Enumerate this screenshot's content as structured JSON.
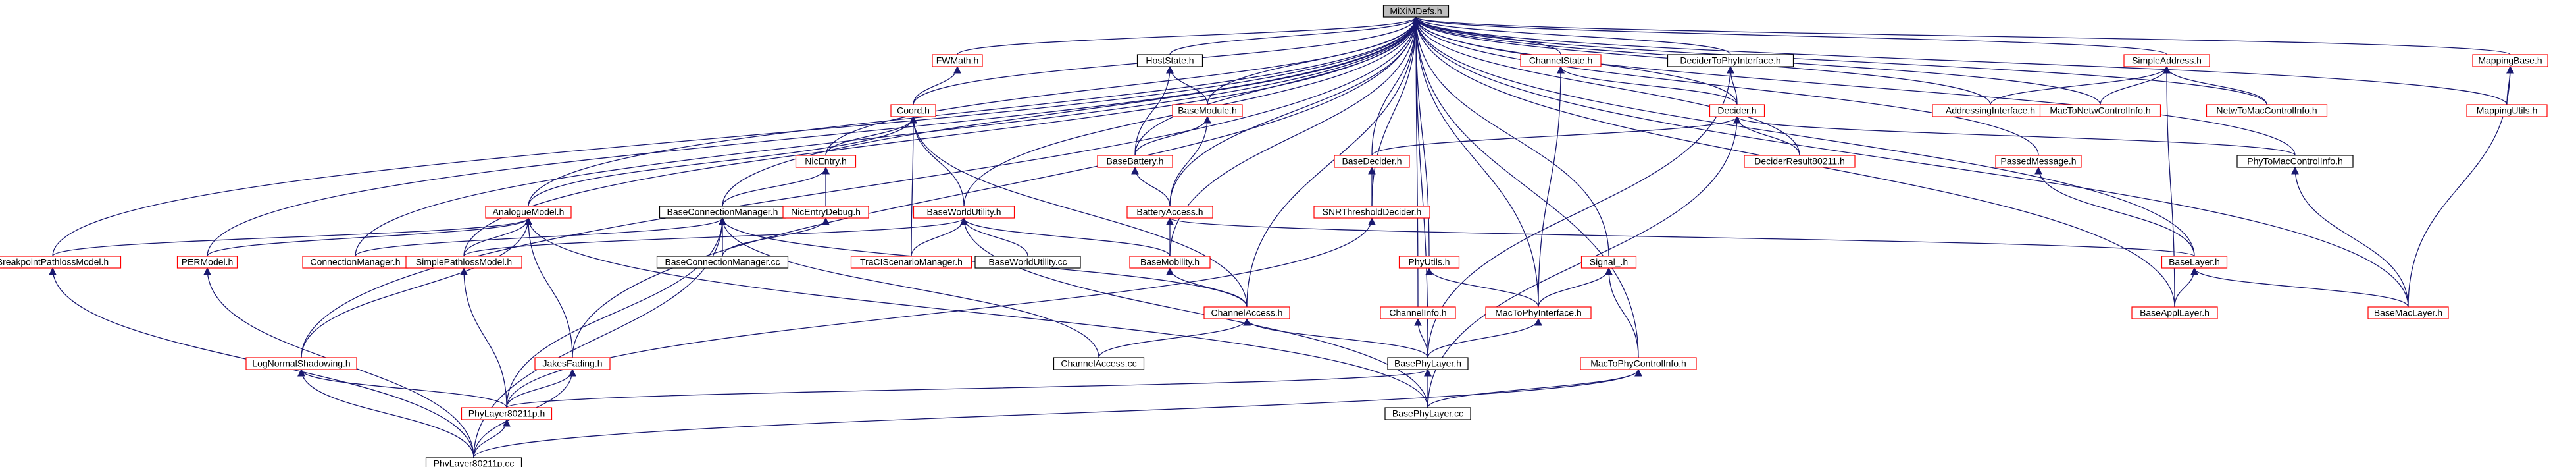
{
  "graph": {
    "root": "MiXiMDefs.h",
    "edge_color": "#191970",
    "node_style": {
      "red": {
        "stroke": "#ff0000",
        "fill": "#ffffff"
      },
      "black": {
        "stroke": "#000000",
        "fill": "#ffffff"
      },
      "root": {
        "stroke": "#000000",
        "fill": "#bfbfbf"
      }
    },
    "nodes": [
      {
        "id": "MiXiMDefs.h",
        "label": "MiXiMDefs.h",
        "style": "root"
      },
      {
        "id": "FWMath.h",
        "label": "FWMath.h",
        "style": "red"
      },
      {
        "id": "HostState.h",
        "label": "HostState.h",
        "style": "black"
      },
      {
        "id": "ChannelState.h",
        "label": "ChannelState.h",
        "style": "red"
      },
      {
        "id": "DeciderToPhyInterface.h",
        "label": "DeciderToPhyInterface.h",
        "style": "black"
      },
      {
        "id": "SimpleAddress.h",
        "label": "SimpleAddress.h",
        "style": "red"
      },
      {
        "id": "MappingBase.h",
        "label": "MappingBase.h",
        "style": "red"
      },
      {
        "id": "Coord.h",
        "label": "Coord.h",
        "style": "red"
      },
      {
        "id": "BaseModule.h",
        "label": "BaseModule.h",
        "style": "red"
      },
      {
        "id": "Decider.h",
        "label": "Decider.h",
        "style": "red"
      },
      {
        "id": "AddressingInterface.h",
        "label": "AddressingInterface.h",
        "style": "red"
      },
      {
        "id": "MacToNetwControlInfo.h",
        "label": "MacToNetwControlInfo.h",
        "style": "red"
      },
      {
        "id": "NetwToMacControlInfo.h",
        "label": "NetwToMacControlInfo.h",
        "style": "red"
      },
      {
        "id": "MappingUtils.h",
        "label": "MappingUtils.h",
        "style": "red"
      },
      {
        "id": "NicEntry.h",
        "label": "NicEntry.h",
        "style": "red"
      },
      {
        "id": "BaseBattery.h",
        "label": "BaseBattery.h",
        "style": "red"
      },
      {
        "id": "BaseDecider.h",
        "label": "BaseDecider.h",
        "style": "red"
      },
      {
        "id": "DeciderResult80211.h",
        "label": "DeciderResult80211.h",
        "style": "red"
      },
      {
        "id": "PassedMessage.h",
        "label": "PassedMessage.h",
        "style": "red"
      },
      {
        "id": "PhyToMacControlInfo.h",
        "label": "PhyToMacControlInfo.h",
        "style": "black"
      },
      {
        "id": "AnalogueModel.h",
        "label": "AnalogueModel.h",
        "style": "red"
      },
      {
        "id": "BaseConnectionManager.h",
        "label": "BaseConnectionManager.h",
        "style": "black"
      },
      {
        "id": "NicEntryDebug.h",
        "label": "NicEntryDebug.h",
        "style": "red"
      },
      {
        "id": "BaseWorldUtility.h",
        "label": "BaseWorldUtility.h",
        "style": "red"
      },
      {
        "id": "BatteryAccess.h",
        "label": "BatteryAccess.h",
        "style": "red"
      },
      {
        "id": "SNRThresholdDecider.h",
        "label": "SNRThresholdDecider.h",
        "style": "red"
      },
      {
        "id": "BreakpointPathlossModel.h",
        "label": "BreakpointPathlossModel.h",
        "style": "red"
      },
      {
        "id": "PERModel.h",
        "label": "PERModel.h",
        "style": "red"
      },
      {
        "id": "ConnectionManager.h",
        "label": "ConnectionManager.h",
        "style": "red"
      },
      {
        "id": "SimplePathlossModel.h",
        "label": "SimplePathlossModel.h",
        "style": "red"
      },
      {
        "id": "BaseConnectionManager.cc",
        "label": "BaseConnectionManager.cc",
        "style": "black"
      },
      {
        "id": "TraCIScenarioManager.h",
        "label": "TraCIScenarioManager.h",
        "style": "red"
      },
      {
        "id": "BaseWorldUtility.cc",
        "label": "BaseWorldUtility.cc",
        "style": "black"
      },
      {
        "id": "BaseMobility.h",
        "label": "BaseMobility.h",
        "style": "red"
      },
      {
        "id": "PhyUtils.h",
        "label": "PhyUtils.h",
        "style": "red"
      },
      {
        "id": "Signal_.h",
        "label": "Signal_.h",
        "style": "red"
      },
      {
        "id": "BaseLayer.h",
        "label": "BaseLayer.h",
        "style": "red"
      },
      {
        "id": "ChannelAccess.h",
        "label": "ChannelAccess.h",
        "style": "red"
      },
      {
        "id": "ChannelInfo.h",
        "label": "ChannelInfo.h",
        "style": "red"
      },
      {
        "id": "MacToPhyInterface.h",
        "label": "MacToPhyInterface.h",
        "style": "red"
      },
      {
        "id": "BaseApplLayer.h",
        "label": "BaseApplLayer.h",
        "style": "red"
      },
      {
        "id": "BaseMacLayer.h",
        "label": "BaseMacLayer.h",
        "style": "red"
      },
      {
        "id": "LogNormalShadowing.h",
        "label": "LogNormalShadowing.h",
        "style": "red"
      },
      {
        "id": "JakesFading.h",
        "label": "JakesFading.h",
        "style": "red"
      },
      {
        "id": "ChannelAccess.cc",
        "label": "ChannelAccess.cc",
        "style": "black"
      },
      {
        "id": "BasePhyLayer.h",
        "label": "BasePhyLayer.h",
        "style": "black"
      },
      {
        "id": "MacToPhyControlInfo.h",
        "label": "MacToPhyControlInfo.h",
        "style": "red"
      },
      {
        "id": "PhyLayer80211p.h",
        "label": "PhyLayer80211p.h",
        "style": "red"
      },
      {
        "id": "BasePhyLayer.cc",
        "label": "BasePhyLayer.cc",
        "style": "black"
      },
      {
        "id": "PhyLayer80211p.cc",
        "label": "PhyLayer80211p.cc",
        "style": "black"
      }
    ],
    "edges": [
      [
        "FWMath.h",
        "MiXiMDefs.h"
      ],
      [
        "HostState.h",
        "MiXiMDefs.h"
      ],
      [
        "ChannelState.h",
        "MiXiMDefs.h"
      ],
      [
        "DeciderToPhyInterface.h",
        "MiXiMDefs.h"
      ],
      [
        "SimpleAddress.h",
        "MiXiMDefs.h"
      ],
      [
        "MappingBase.h",
        "MiXiMDefs.h"
      ],
      [
        "Coord.h",
        "MiXiMDefs.h"
      ],
      [
        "BaseModule.h",
        "MiXiMDefs.h"
      ],
      [
        "Decider.h",
        "MiXiMDefs.h"
      ],
      [
        "AddressingInterface.h",
        "MiXiMDefs.h"
      ],
      [
        "MacToNetwControlInfo.h",
        "MiXiMDefs.h"
      ],
      [
        "NetwToMacControlInfo.h",
        "MiXiMDefs.h"
      ],
      [
        "MappingUtils.h",
        "MiXiMDefs.h"
      ],
      [
        "NicEntry.h",
        "MiXiMDefs.h"
      ],
      [
        "BaseBattery.h",
        "MiXiMDefs.h"
      ],
      [
        "BaseDecider.h",
        "MiXiMDefs.h"
      ],
      [
        "DeciderResult80211.h",
        "MiXiMDefs.h"
      ],
      [
        "PassedMessage.h",
        "MiXiMDefs.h"
      ],
      [
        "PhyToMacControlInfo.h",
        "MiXiMDefs.h"
      ],
      [
        "AnalogueModel.h",
        "MiXiMDefs.h"
      ],
      [
        "BaseConnectionManager.h",
        "MiXiMDefs.h"
      ],
      [
        "BaseWorldUtility.h",
        "MiXiMDefs.h"
      ],
      [
        "SNRThresholdDecider.h",
        "MiXiMDefs.h"
      ],
      [
        "BreakpointPathlossModel.h",
        "MiXiMDefs.h"
      ],
      [
        "PERModel.h",
        "MiXiMDefs.h"
      ],
      [
        "ConnectionManager.h",
        "MiXiMDefs.h"
      ],
      [
        "SimplePathlossModel.h",
        "MiXiMDefs.h"
      ],
      [
        "BaseMobility.h",
        "MiXiMDefs.h"
      ],
      [
        "PhyUtils.h",
        "MiXiMDefs.h"
      ],
      [
        "Signal_.h",
        "MiXiMDefs.h"
      ],
      [
        "BaseLayer.h",
        "MiXiMDefs.h"
      ],
      [
        "ChannelAccess.h",
        "MiXiMDefs.h"
      ],
      [
        "ChannelInfo.h",
        "MiXiMDefs.h"
      ],
      [
        "MacToPhyInterface.h",
        "MiXiMDefs.h"
      ],
      [
        "BaseApplLayer.h",
        "MiXiMDefs.h"
      ],
      [
        "BaseMacLayer.h",
        "MiXiMDefs.h"
      ],
      [
        "LogNormalShadowing.h",
        "MiXiMDefs.h"
      ],
      [
        "JakesFading.h",
        "MiXiMDefs.h"
      ],
      [
        "BasePhyLayer.h",
        "MiXiMDefs.h"
      ],
      [
        "MacToPhyControlInfo.h",
        "MiXiMDefs.h"
      ],
      [
        "BatteryAccess.h",
        "MiXiMDefs.h"
      ],
      [
        "Coord.h",
        "FWMath.h"
      ],
      [
        "BaseModule.h",
        "HostState.h"
      ],
      [
        "BaseBattery.h",
        "HostState.h"
      ],
      [
        "Decider.h",
        "ChannelState.h"
      ],
      [
        "MacToPhyInterface.h",
        "ChannelState.h"
      ],
      [
        "Decider.h",
        "DeciderToPhyInterface.h"
      ],
      [
        "BasePhyLayer.h",
        "DeciderToPhyInterface.h"
      ],
      [
        "AddressingInterface.h",
        "SimpleAddress.h"
      ],
      [
        "MacToNetwControlInfo.h",
        "SimpleAddress.h"
      ],
      [
        "NetwToMacControlInfo.h",
        "SimpleAddress.h"
      ],
      [
        "BaseApplLayer.h",
        "SimpleAddress.h"
      ],
      [
        "MappingUtils.h",
        "MappingBase.h"
      ],
      [
        "BaseMacLayer.h",
        "MappingBase.h"
      ],
      [
        "NicEntry.h",
        "Coord.h"
      ],
      [
        "AnalogueModel.h",
        "Coord.h"
      ],
      [
        "BaseWorldUtility.h",
        "Coord.h"
      ],
      [
        "ChannelAccess.h",
        "Coord.h"
      ],
      [
        "TraCIScenarioManager.h",
        "Coord.h"
      ],
      [
        "BaseBattery.h",
        "BaseModule.h"
      ],
      [
        "BatteryAccess.h",
        "BaseModule.h"
      ],
      [
        "BaseDecider.h",
        "Decider.h"
      ],
      [
        "DeciderResult80211.h",
        "Decider.h"
      ],
      [
        "PhyToMacControlInfo.h",
        "Decider.h"
      ],
      [
        "BasePhyLayer.cc",
        "Decider.h"
      ],
      [
        "NicEntryDebug.h",
        "NicEntry.h"
      ],
      [
        "BaseConnectionManager.h",
        "NicEntry.h"
      ],
      [
        "BatteryAccess.h",
        "BaseBattery.h"
      ],
      [
        "SNRThresholdDecider.h",
        "BaseDecider.h"
      ],
      [
        "BaseLayer.h",
        "PassedMessage.h"
      ],
      [
        "BaseMacLayer.h",
        "PhyToMacControlInfo.h"
      ],
      [
        "BreakpointPathlossModel.h",
        "AnalogueModel.h"
      ],
      [
        "PERModel.h",
        "AnalogueModel.h"
      ],
      [
        "SimplePathlossModel.h",
        "AnalogueModel.h"
      ],
      [
        "LogNormalShadowing.h",
        "AnalogueModel.h"
      ],
      [
        "JakesFading.h",
        "AnalogueModel.h"
      ],
      [
        "BasePhyLayer.cc",
        "AnalogueModel.h"
      ],
      [
        "ConnectionManager.h",
        "BaseConnectionManager.h"
      ],
      [
        "BaseConnectionManager.cc",
        "BaseConnectionManager.h"
      ],
      [
        "ChannelAccess.h",
        "BaseConnectionManager.h"
      ],
      [
        "PhyLayer80211p.h",
        "BaseConnectionManager.h"
      ],
      [
        "PhyLayer80211p.cc",
        "BaseConnectionManager.h"
      ],
      [
        "ChannelAccess.cc",
        "BaseConnectionManager.h"
      ],
      [
        "BaseConnectionManager.cc",
        "NicEntryDebug.h"
      ],
      [
        "BaseWorldUtility.cc",
        "BaseWorldUtility.h"
      ],
      [
        "TraCIScenarioManager.h",
        "BaseWorldUtility.h"
      ],
      [
        "BaseMobility.h",
        "BaseWorldUtility.h"
      ],
      [
        "SimplePathlossModel.h",
        "BaseWorldUtility.h"
      ],
      [
        "BasePhyLayer.cc",
        "BaseWorldUtility.h"
      ],
      [
        "BaseMobility.h",
        "BatteryAccess.h"
      ],
      [
        "BaseLayer.h",
        "BatteryAccess.h"
      ],
      [
        "PhyLayer80211p.h",
        "SNRThresholdDecider.h"
      ],
      [
        "PhyLayer80211p.cc",
        "PERModel.h"
      ],
      [
        "PhyLayer80211p.cc",
        "BreakpointPathlossModel.h"
      ],
      [
        "PhyLayer80211p.h",
        "SimplePathlossModel.h"
      ],
      [
        "ChannelAccess.h",
        "BaseMobility.h"
      ],
      [
        "MacToPhyInterface.h",
        "PhyUtils.h"
      ],
      [
        "MacToPhyControlInfo.h",
        "Signal_.h"
      ],
      [
        "MacToPhyInterface.h",
        "Signal_.h"
      ],
      [
        "BaseApplLayer.h",
        "BaseLayer.h"
      ],
      [
        "BaseMacLayer.h",
        "BaseLayer.h"
      ],
      [
        "BasePhyLayer.h",
        "ChannelAccess.h"
      ],
      [
        "ChannelAccess.cc",
        "ChannelAccess.h"
      ],
      [
        "BasePhyLayer.h",
        "ChannelInfo.h"
      ],
      [
        "BasePhyLayer.h",
        "MacToPhyInterface.h"
      ],
      [
        "PhyLayer80211p.h",
        "LogNormalShadowing.h"
      ],
      [
        "PhyLayer80211p.cc",
        "LogNormalShadowing.h"
      ],
      [
        "PhyLayer80211p.h",
        "JakesFading.h"
      ],
      [
        "PhyLayer80211p.cc",
        "JakesFading.h"
      ],
      [
        "PhyLayer80211p.h",
        "BasePhyLayer.h"
      ],
      [
        "BasePhyLayer.cc",
        "BasePhyLayer.h"
      ],
      [
        "BasePhyLayer.cc",
        "MacToPhyControlInfo.h"
      ],
      [
        "PhyLayer80211p.cc",
        "MacToPhyControlInfo.h"
      ],
      [
        "PhyLayer80211p.cc",
        "PhyLayer80211p.h"
      ]
    ]
  }
}
